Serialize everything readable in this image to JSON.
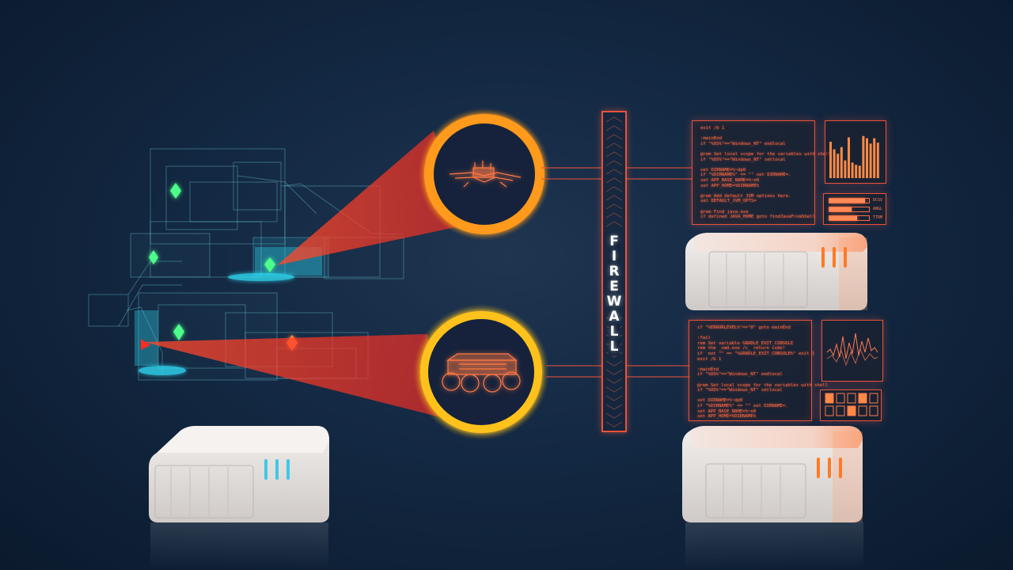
{
  "firewall": {
    "label": "FIREWALL"
  },
  "code_panel_top": {
    "lines": [
      "exit /b 1",
      "",
      ":mainEnd",
      "if \"%OS%\"==\"Windows_NT\" endlocal",
      "",
      "@rem Set local scope for the variables with shell",
      "if \"%OS%\"==\"Windows_NT\" setlocal",
      "",
      "set DIRNAME=%~dp0",
      "if \"%DIRNAME%\" == \"\" set DIRNAME=.",
      "set APP_BASE_NAME=%~n0",
      "set APP_HOME=%DIRNAME%",
      "",
      "@rem Add default JVM options here.",
      "set DEFAULT_JVM_OPTS=",
      "",
      "@rem Find java.exe",
      "if defined JAVA_HOME goto findJavaFromShell"
    ]
  },
  "code_panel_bottom": {
    "lines": [
      "if \"%ERRORLEVEL%\"==\"0\" goto mainEnd",
      "",
      ":fail",
      "rem Set variable GRADLE_EXIT_CONSOLE",
      "rem the _cmd.exe /c_ return code!",
      "if  not \"\" == \"%GRADLE_EXIT_CONSOLE%\" exit 1",
      "exit /b 1",
      "",
      ":mainEnd",
      "if \"%OS%\"==\"Windows_NT\" endlocal",
      "",
      "@rem Set local scope for the variables with shell",
      "if \"%OS%\"==\"Windows_NT\" setlocal",
      "",
      "set DIRNAME=%~dp0",
      "if \"%DIRNAME%\" == \"\" set DIRNAME=.",
      "set APP_BASE_NAME=%~n0",
      "set APP_HOME=%DIRNAME%"
    ]
  },
  "meters": {
    "items": [
      {
        "label": "DCSV",
        "value": 0.9
      },
      {
        "label": "ANGL",
        "value": 0.55
      },
      {
        "label": "TTRM",
        "value": 0.7
      }
    ]
  },
  "bar_panel": {
    "values": [
      0.82,
      0.65,
      0.55,
      0.7,
      0.4,
      0.92,
      0.35,
      0.3,
      0.28,
      0.95,
      0.9,
      0.78,
      0.9,
      0.8
    ]
  },
  "colors": {
    "hud_orange": "#ff6a45",
    "ring_orange": "#ff9a1a",
    "ring_yellow": "#ffc21a",
    "beam_red": "#ff3a2a",
    "hologram_cyan": "#2fd8f0",
    "hologram_green": "#4dff8a",
    "server_body": "#e6e1de",
    "background": "#14243a"
  },
  "icons": [
    "drone-icon",
    "rover-robot-icon",
    "server-device-icon",
    "waypoint-diamond-icon",
    "waveform-graph-icon",
    "bar-graph-icon",
    "grid-matrix-icon"
  ]
}
